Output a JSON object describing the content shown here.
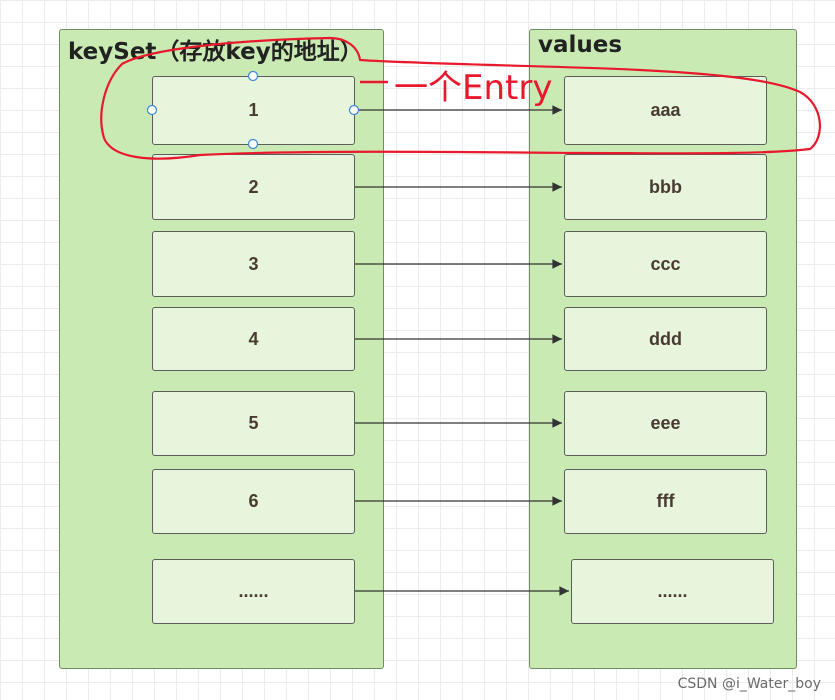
{
  "diagram": {
    "key_panel": {
      "title": "keySet（存放key的地址）",
      "keys": [
        "1",
        "2",
        "3",
        "4",
        "5",
        "6",
        "......"
      ]
    },
    "value_panel": {
      "title": "values",
      "values": [
        "aaa",
        "bbb",
        "ccc",
        "ddd",
        "eee",
        "fff",
        "......"
      ]
    },
    "annotation": {
      "text": "一个Entry",
      "color": "#e8192c"
    }
  },
  "watermark": "CSDN @i_Water_boy",
  "colors": {
    "panel_fill": "#c9ebb3",
    "box_fill": "#e6f5dc",
    "text": "#4a3b32",
    "annotation": "#e8192c"
  }
}
